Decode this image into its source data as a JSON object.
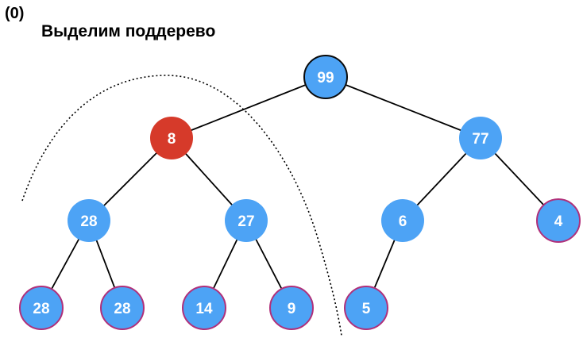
{
  "header": {
    "step": "(0)",
    "title": "Выделим поддерево"
  },
  "colors": {
    "node_fill": "#4da3f5",
    "highlight_fill": "#d63a2a",
    "root_border": "#0a0a0a",
    "leaf_border": "#b0307a",
    "edge": "#000000"
  },
  "tree": {
    "nodes": [
      {
        "id": "n99",
        "value": "99",
        "style": "root"
      },
      {
        "id": "n8",
        "value": "8",
        "style": "highlight"
      },
      {
        "id": "n77",
        "value": "77",
        "style": "plain"
      },
      {
        "id": "n28a",
        "value": "28",
        "style": "plain"
      },
      {
        "id": "n27",
        "value": "27",
        "style": "plain"
      },
      {
        "id": "n6",
        "value": "6",
        "style": "plain"
      },
      {
        "id": "n4",
        "value": "4",
        "style": "leaf"
      },
      {
        "id": "n28b",
        "value": "28",
        "style": "leaf"
      },
      {
        "id": "n28c",
        "value": "28",
        "style": "leaf"
      },
      {
        "id": "n14",
        "value": "14",
        "style": "leaf"
      },
      {
        "id": "n9",
        "value": "9",
        "style": "leaf"
      },
      {
        "id": "n5",
        "value": "5",
        "style": "leaf"
      }
    ],
    "edges": [
      [
        "n99",
        "n8"
      ],
      [
        "n99",
        "n77"
      ],
      [
        "n8",
        "n28a"
      ],
      [
        "n8",
        "n27"
      ],
      [
        "n77",
        "n6"
      ],
      [
        "n77",
        "n4"
      ],
      [
        "n28a",
        "n28b"
      ],
      [
        "n28a",
        "n28c"
      ],
      [
        "n27",
        "n14"
      ],
      [
        "n27",
        "n9"
      ],
      [
        "n6",
        "n5"
      ]
    ]
  }
}
